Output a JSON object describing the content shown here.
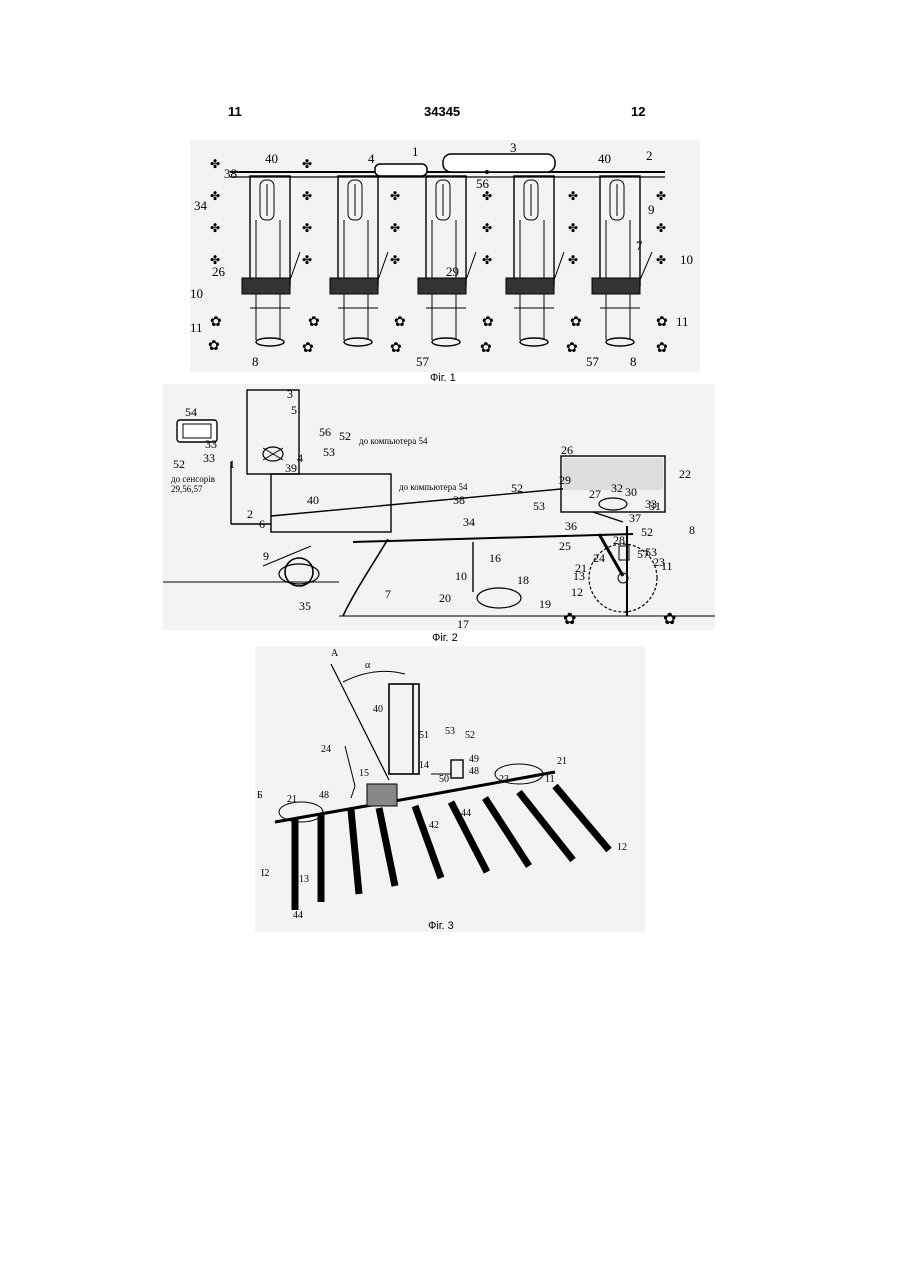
{
  "header": {
    "left_page": "11",
    "doc_number": "34345",
    "right_page": "12"
  },
  "fig1": {
    "caption": "Фіг. 1",
    "labels": {
      "l40a": "40",
      "l4": "4",
      "l1": "1",
      "l3": "3",
      "l2": "2",
      "l40b": "40",
      "l38": "38",
      "l56": "56",
      "l9": "9",
      "l34": "34",
      "l7": "7",
      "l10a": "10",
      "l26": "26",
      "l29": "29",
      "l10b": "10",
      "l11a": "11",
      "l11b": "11",
      "l8a": "8",
      "l57a": "57",
      "l57b": "57",
      "l8b": "8"
    }
  },
  "fig2": {
    "caption": "Фіг. 2",
    "labels": {
      "l3": "3",
      "l5": "5",
      "l54": "54",
      "l56": "56",
      "l52a": "52",
      "l33a": "33",
      "l53a": "53",
      "l4": "4",
      "l1": "1",
      "l52b": "52",
      "l33b": "33",
      "l39": "39",
      "l2": "2",
      "l6": "6",
      "l40": "40",
      "l26": "26",
      "l22": "22",
      "l29": "29",
      "l52c": "52",
      "l53b": "53",
      "l27": "27",
      "l32": "32",
      "l30": "30",
      "l31": "31",
      "l37": "37",
      "l33c": "33",
      "l38": "38",
      "l34": "34",
      "l36": "36",
      "l8": "8",
      "l52d": "52",
      "l28": "28",
      "l25": "25",
      "l24": "24",
      "l53c": "53",
      "l57": "57",
      "l16": "16",
      "l13": "13",
      "l23": "23",
      "l10": "10",
      "l18": "18",
      "l21": "21",
      "l11": "11",
      "l12": "12",
      "l9": "9",
      "l20": "20",
      "l19": "19",
      "l35": "35",
      "l7": "7",
      "l17": "17"
    },
    "text_computer_top": "до компьютера 54",
    "text_computer_mid": "до компьютера 54",
    "text_sensors_1": "до сенсорів",
    "text_sensors_2": "29,56,57"
  },
  "fig3": {
    "caption": "Фіг. 3",
    "labels": {
      "lA": "А",
      "lalpha": "α",
      "l40": "40",
      "l51": "51",
      "l53": "53",
      "l52": "52",
      "l24": "24",
      "l49": "49",
      "l48a": "48",
      "l14": "14",
      "l21a": "21",
      "l15": "15",
      "l50": "50",
      "l23": "23",
      "l11": "11",
      "lB": "Б",
      "l21b": "21",
      "l48b": "48",
      "l44a": "44",
      "l42": "42",
      "l12a": "12",
      "l12b": "I2",
      "l13": "13",
      "l44b": "44"
    }
  }
}
